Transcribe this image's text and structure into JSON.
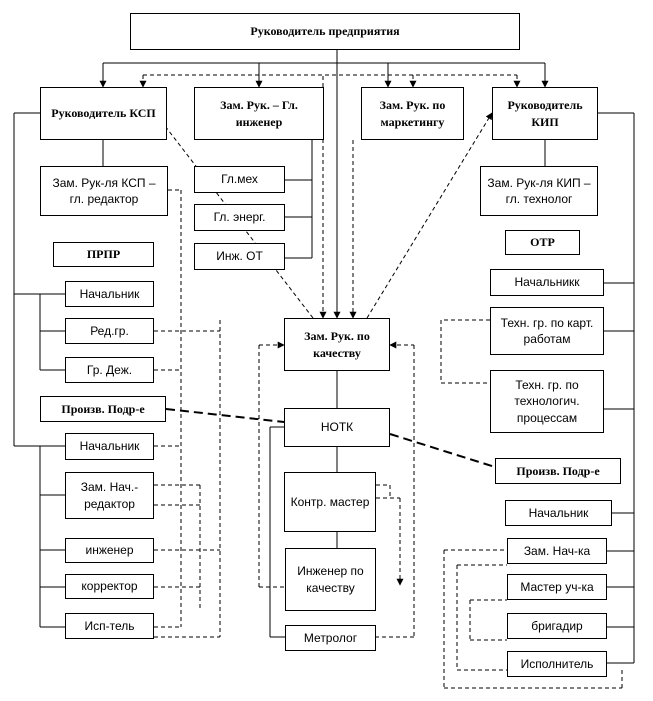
{
  "diagram": {
    "head": "Руководитель предприятия",
    "ksp_head": "Руководитель КСП",
    "deputy_engineer": "Зам. Рук. – Гл. инженер",
    "deputy_marketing": "Зам. Рук. по маркетингу",
    "kip_head": "Руководитель КИП",
    "ksp_deputy_editor": "Зам. Рук-ля КСП – гл. редактор",
    "chief_mech": "Гл.мех",
    "chief_energy": "Гл. энерг.",
    "safety_engineer": "Инж.  ОТ",
    "kip_deputy_tech": "Зам. Рук-ля КИП – гл. технолог",
    "prpr": "ПРПР",
    "otr": "ОТР",
    "prpr_chief": "Начальник",
    "editorial_group": "Ред.гр.",
    "duty_group": "Гр. Деж.",
    "quality_deputy": "Зам. Рук. по качеству",
    "otr_chief": "Начальникк",
    "tech_group_cards": "Техн. гр. по карт. работам",
    "tech_group_process": "Техн. гр. по технологич. процессам",
    "production_left": "Произв. Подр-е",
    "notk": "НОТК",
    "left_chief": "Начальник",
    "deputy_chief_editor": "Зам. Нач.- редактор",
    "control_master": "Контр. мастер",
    "production_right": "Произв. Подр-е",
    "right_chief": "Начальник",
    "engineer": "инженер",
    "quality_engineer": "Инженер по качеству",
    "deputy_chief": "Зам. Нач-ка",
    "corrector": "корректор",
    "section_master": "Мастер уч-ка",
    "executor_left": "Исп-тель",
    "metrologist": "Метролог",
    "brigadier": "бригадир",
    "executor_right": "Исполнитель"
  }
}
